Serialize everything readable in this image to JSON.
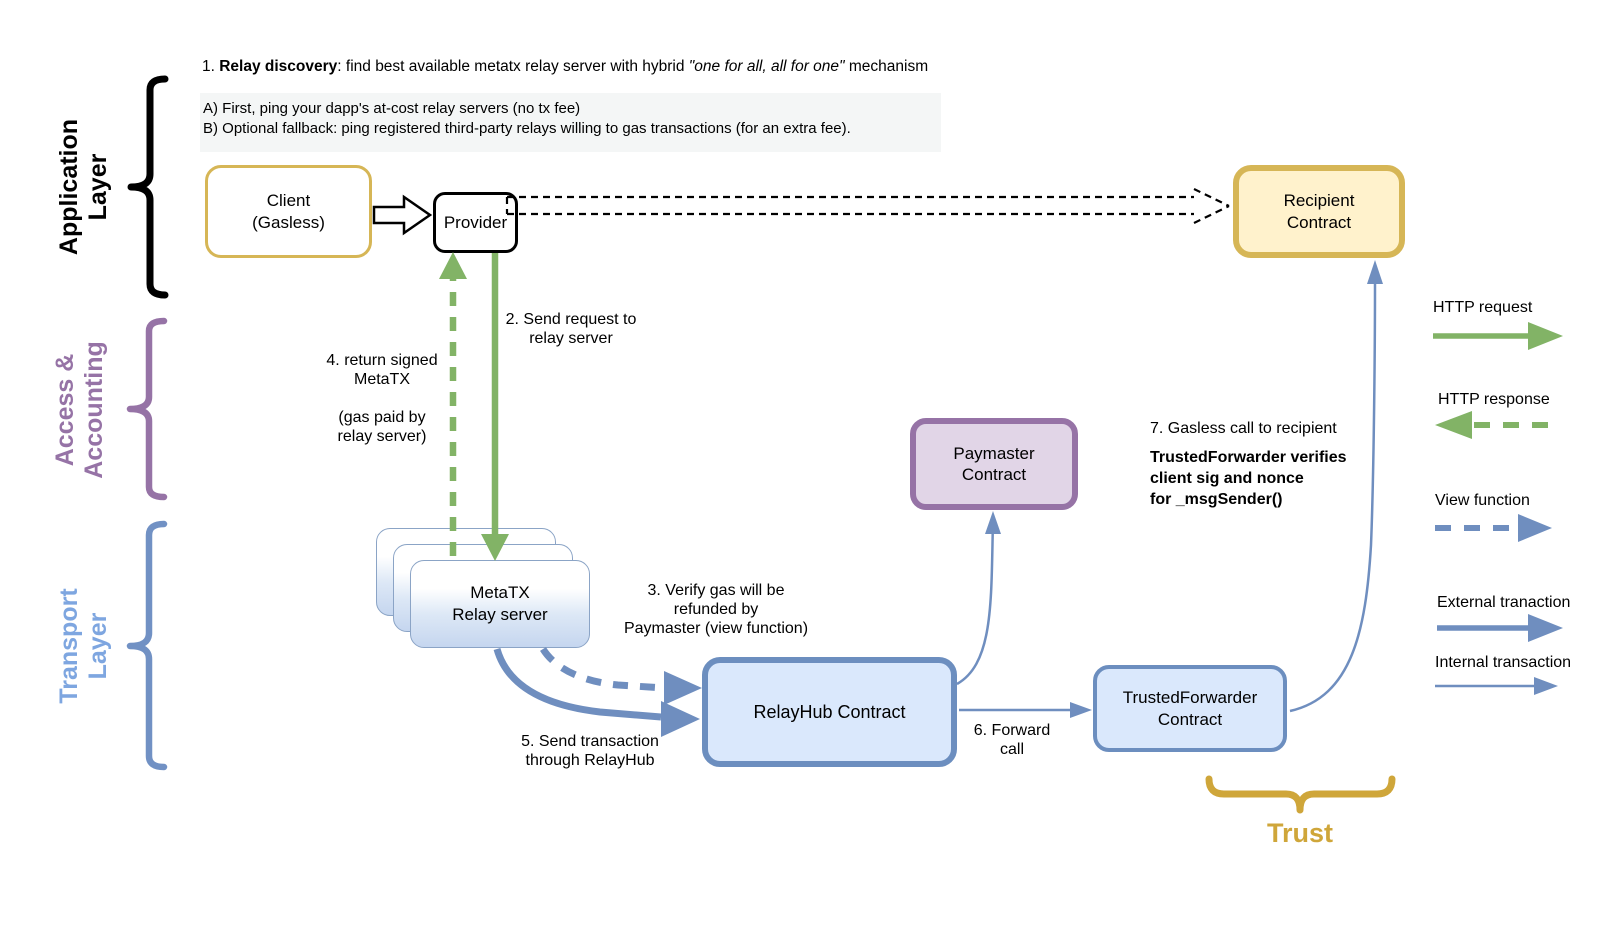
{
  "colors": {
    "gold_border": "#d6b656",
    "gold_fill": "#fff2cc",
    "purple_border": "#9673a6",
    "purple_fill": "#e1d5e7",
    "blue_border": "#6c8ebf",
    "blue_fill": "#dae8fc",
    "green_arrow": "#82b366",
    "blue_arrow": "#6f8ebf",
    "transport_label": "#7ea6e0",
    "trust_gold": "#cfa63a",
    "note_bg": "#f4f6f6",
    "black": "#000000"
  },
  "header": {
    "step1": {
      "num": "1. ",
      "bold": "Relay discovery",
      "mid": ": find best available metatx relay server with hybrid ",
      "italic": "\"one for all, all for one\"",
      "end": " mechanism"
    },
    "note_a": "A) First, ping your dapp's at-cost relay servers (no tx fee)",
    "note_b": "B) Optional fallback: ping registered third-party relays willing to gas transactions (for an extra fee)."
  },
  "layers": {
    "application": "Application\nLayer",
    "access": "Access &\nAccounting",
    "transport": "Transport\nLayer"
  },
  "nodes": {
    "client": "Client\n(Gasless)",
    "provider": "Provider",
    "recipient": "Recipient\nContract",
    "paymaster": "Paymaster\nContract",
    "relay_server": "MetaTX\nRelay server",
    "relayhub": "RelayHub Contract",
    "trusted_forwarder": "TrustedForwarder\nContract"
  },
  "annotations": {
    "step2": "2. Send request to\nrelay server",
    "step3": "3. Verify gas will be\nrefunded by\nPaymaster (view function)",
    "step4": "4. return signed\nMetaTX",
    "step4_note": "(gas paid by\nrelay server)",
    "step5": "5. Send transaction\nthrough RelayHub",
    "step6": "6. Forward\ncall",
    "step7": "7. Gasless call to recipient",
    "step7_detail": "TrustedForwarder verifies\nclient sig and nonce\nfor _msgSender()",
    "trust": "Trust"
  },
  "legend": {
    "items": [
      {
        "label": "HTTP request",
        "style": "green-solid-right"
      },
      {
        "label": "HTTP response",
        "style": "green-dashed-left"
      },
      {
        "label": "View function",
        "style": "blue-dashed-right"
      },
      {
        "label": "External tranaction",
        "style": "blue-solid-right"
      },
      {
        "label": "Internal transaction",
        "style": "blue-thin-right"
      }
    ]
  }
}
